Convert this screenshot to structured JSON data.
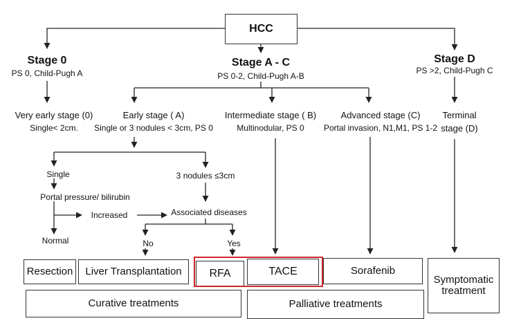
{
  "root": "HCC",
  "stages": {
    "stage0": {
      "title": "Stage 0",
      "sub": "PS 0, Child-Pugh A"
    },
    "stageAC": {
      "title": "Stage A - C",
      "sub": "PS 0-2, Child-Pugh A-B"
    },
    "stageD": {
      "title": "Stage  D",
      "sub": "PS >2, Child-Pugh C"
    }
  },
  "substages": {
    "very_early": {
      "title": "Very early stage (0)",
      "sub": "Single< 2cm."
    },
    "early": {
      "title": "Early stage ( A)",
      "sub": "Single or 3 nodules < 3cm, PS 0"
    },
    "intermediate": {
      "title": "Intermediate  stage ( B)",
      "sub": "Multinodular, PS 0"
    },
    "advanced": {
      "title": "Advanced  stage (C)",
      "sub": "Portal invasion, N1,M1, PS 1-2"
    },
    "terminal": {
      "line1": "Terminal",
      "line2": "stage (D)"
    }
  },
  "decisions": {
    "single": "Single",
    "three_nodules": "3 nodules ≤3cm",
    "portal_pressure": "Portal pressure/ bilirubin",
    "increased": "Increased",
    "associated": "Associated diseases",
    "normal": "Normal",
    "no": "No",
    "yes": "Yes"
  },
  "treatments": {
    "resection": "Resection",
    "liver_transplantation": "Liver Transplantation",
    "rfa": "RFA",
    "tace": "TACE",
    "sorafenib": "Sorafenib",
    "symptomatic": "Symptomatic treatment"
  },
  "groups": {
    "curative": "Curative treatments",
    "palliative": "Palliative treatments"
  },
  "colors": {
    "line": "#222222",
    "highlight": "#d2232a"
  }
}
